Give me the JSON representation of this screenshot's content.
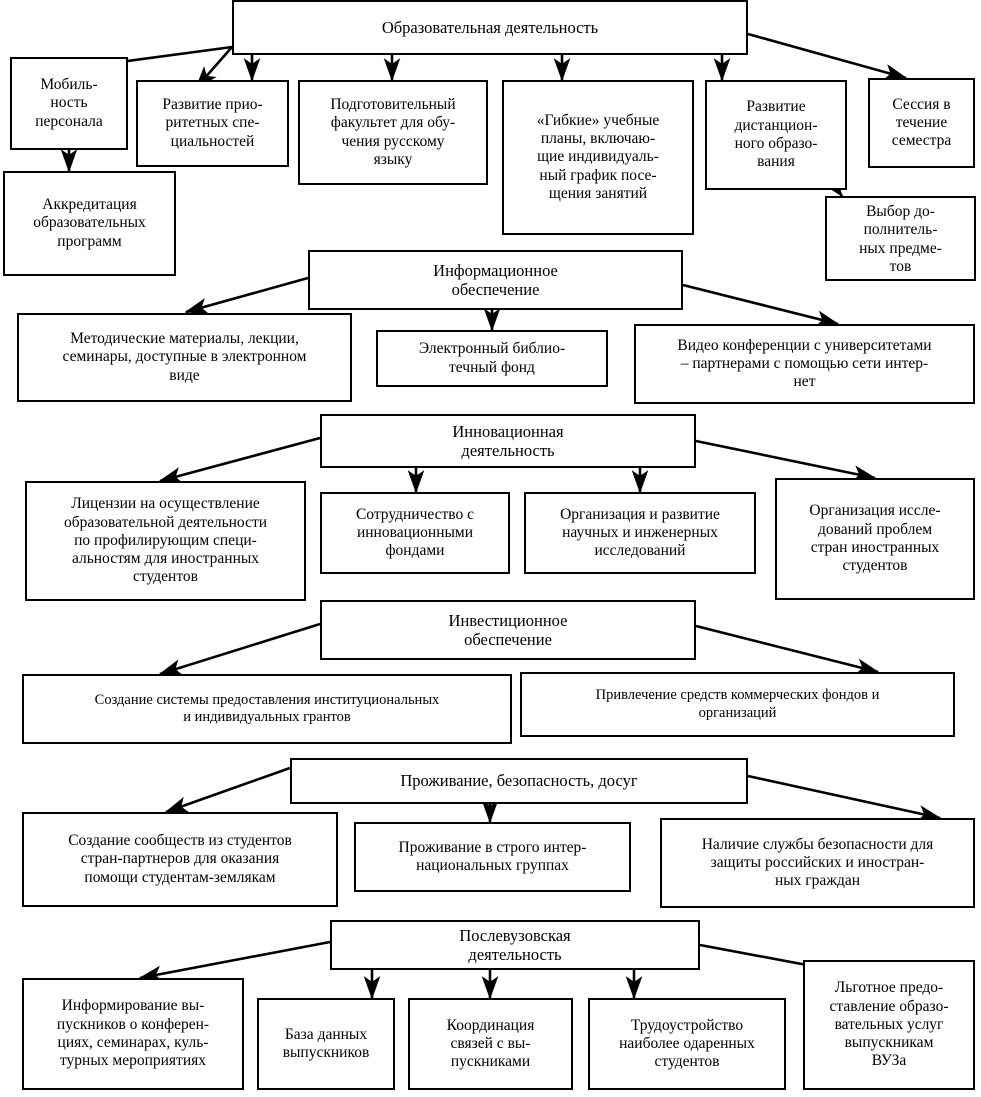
{
  "diagram": {
    "title": "Образовательная деятельность",
    "language": "ru",
    "sections": [
      {
        "id": "educational-activity",
        "hub": "Образовательная деятельность",
        "children": [
          "Мобиль-\nность\nперсонала",
          "Аккредитация\nобразовательных\nпрограмм",
          "Развитие прио-\nритетных спе-\nциальностей",
          "Подготовительный\nфакультет для обу-\nчения русскому\nязыку",
          "«Гибкие» учебные\nпланы, включаю-\nщие индивидуаль-\nный график посе-\nщения занятий",
          "Развитие\nдистанцион-\nного образо-\nвания",
          "Сессия в\nтечение\nсеместра",
          "Выбор до-\nполнитель-\nных предме-\nтов"
        ]
      },
      {
        "id": "information-support",
        "hub": "Информационное\nобеспечение",
        "children": [
          "Методические материалы, лекции,\nсеминары, доступные в электронном\nвиде",
          "Электронный библио-\nтечный фонд",
          "Видео конференции с университетами\n– партнерами с помощью сети интер-\nнет"
        ]
      },
      {
        "id": "innovation-activity",
        "hub": "Инновационная\nдеятельность",
        "children": [
          "Лицензии на осуществление\nобразовательной деятельности\nпо профилирующим специ-\nальностям  для иностранных\nстудентов",
          "Сотрудничество с\nинновационными\nфондами",
          "Организация и развитие\nнаучных и инженерных\nисследований",
          "Организация иссле-\nдований проблем\nстран иностранных\nстудентов"
        ]
      },
      {
        "id": "investment-support",
        "hub": "Инвестиционное\nобеспечение",
        "children": [
          "Создание системы предоставления институциональных\nи индивидуальных грантов",
          "Привлечение  средств коммерческих фондов и\nорганизаций"
        ]
      },
      {
        "id": "accommodation-safety-leisure",
        "hub": "Проживание, безопасность, досуг",
        "children": [
          "Создание сообществ из студентов\nстран-партнеров для оказания\nпомощи студентам-землякам",
          "Проживание в строго интер-\nнациональных группах",
          "Наличие службы безопасности для\nзащиты  российских и иностран-\nных граждан"
        ]
      },
      {
        "id": "postgraduate-activity",
        "hub": "Послевузовская\nдеятельность",
        "children": [
          "Информирование  вы-\nпускников о конферен-\nциях, семинарах, куль-\nтурных мероприятиях",
          "База данных\nвыпускников",
          "Координация\nсвязей с вы-\nпускниками",
          "Трудоустройство\nнаиболее одаренных\nстудентов",
          "Льготное предо-\nставление образо-\nвательных услуг\nвыпускникам\nВУЗа"
        ]
      }
    ],
    "colors": {
      "stroke": "#000000",
      "fill": "#ffffff",
      "text": "#000000"
    }
  }
}
